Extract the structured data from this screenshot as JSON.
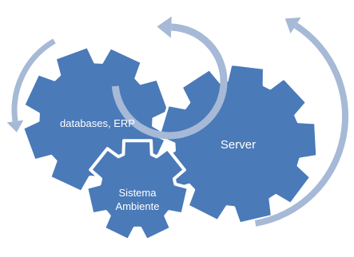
{
  "diagram": {
    "gears": {
      "databases": {
        "label": "databases, ERP"
      },
      "server": {
        "label": "Server"
      },
      "sistema": {
        "line1": "Sistema",
        "line2": "Ambiente"
      }
    },
    "colors": {
      "gear_fill": "#4a7ab8",
      "gear_stroke": "#ffffff",
      "arrow": "#a6b9d6"
    }
  }
}
